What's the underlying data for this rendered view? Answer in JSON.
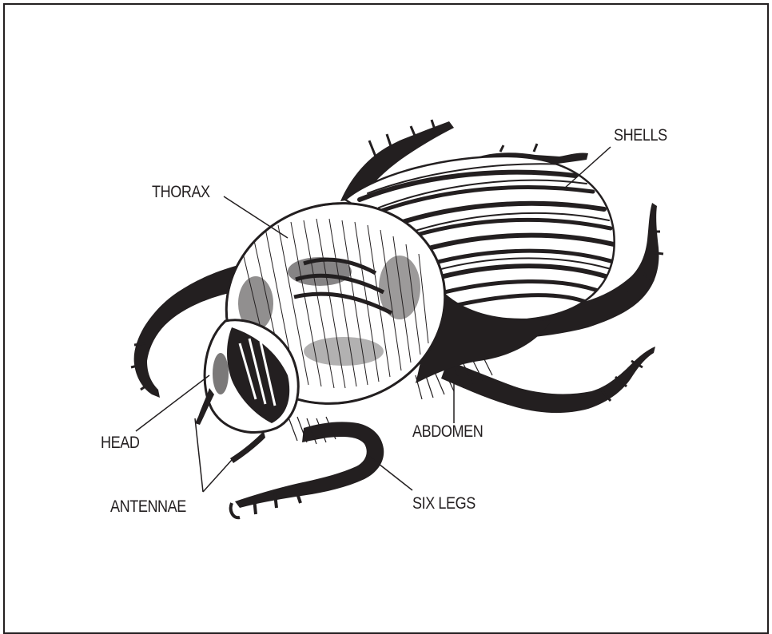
{
  "labels": {
    "shells": "SHELLS",
    "thorax": "THORAX",
    "head": "HEAD",
    "abdomen": "ABDOMEN",
    "antennae": "ANTENNAE",
    "six_legs": "SIX LEGS"
  },
  "colors": {
    "ink": "#231f20",
    "paper": "#ffffff"
  }
}
